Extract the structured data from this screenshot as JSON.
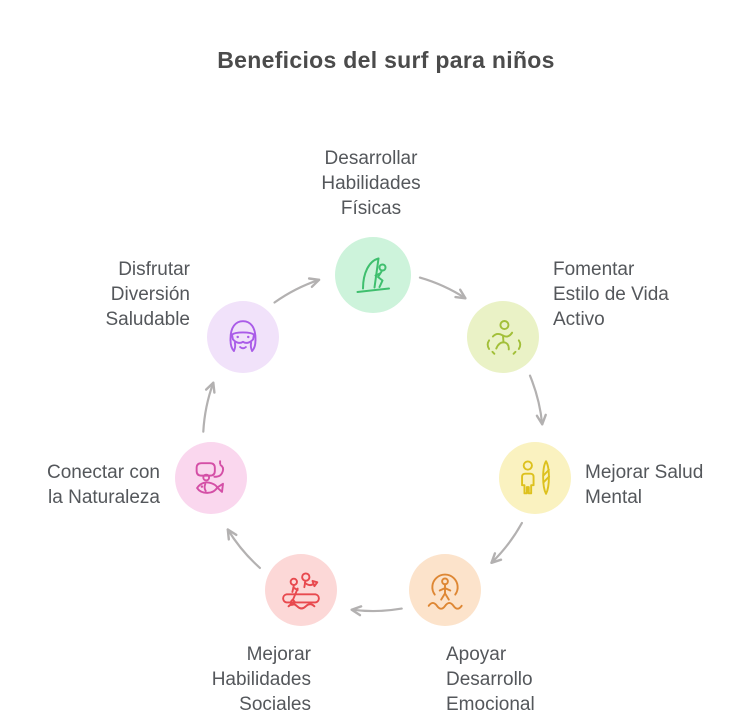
{
  "title": "Beneficios del surf para niños",
  "colors": {
    "background": "#ffffff",
    "title": "#4b4b4b",
    "label": "#54575b",
    "arrow": "#b3b1b1"
  },
  "nodes": [
    {
      "id": "habilidades-fisicas",
      "label": "Desarrollar\nHabilidades\nFísicas",
      "icon": "windsurf-icon",
      "bg": "#cdf3db",
      "fg": "#3fbf6e"
    },
    {
      "id": "vida-activa",
      "label": "Fomentar\nEstilo de Vida\nActivo",
      "icon": "runner-icon",
      "bg": "#eaf2c6",
      "fg": "#a2bf38"
    },
    {
      "id": "salud-mental",
      "label": "Mejorar Salud\nMental",
      "icon": "surfboard-person-icon",
      "bg": "#faf2c0",
      "fg": "#ddc11d"
    },
    {
      "id": "desarrollo-emocional",
      "label": "Apoyar\nDesarrollo\nEmocional",
      "icon": "person-waves-icon",
      "bg": "#fce3cb",
      "fg": "#de8734"
    },
    {
      "id": "habilidades-sociales",
      "label": "Mejorar\nHabilidades\nSociales",
      "icon": "raft-icon",
      "bg": "#fcd8d7",
      "fg": "#e8494e"
    },
    {
      "id": "naturaleza",
      "label": "Conectar con\nla Naturaleza",
      "icon": "snorkel-fish-icon",
      "bg": "#fad7ee",
      "fg": "#d44fa6"
    },
    {
      "id": "diversion-saludable",
      "label": "Disfrutar\nDiversión\nSaludable",
      "icon": "goggles-face-icon",
      "bg": "#f1e2fa",
      "fg": "#aa5ce8"
    }
  ],
  "flow": "clockwise"
}
